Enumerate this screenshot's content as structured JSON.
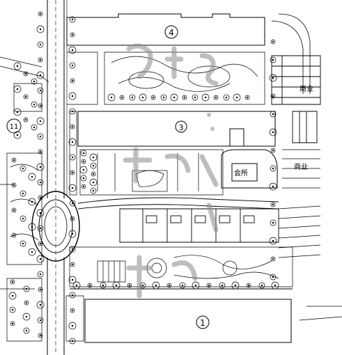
{
  "labels": {
    "block_1": "1",
    "block_3": "3",
    "block_4": "4",
    "block_11": "11",
    "commerce_top": "商业",
    "commerce_right": "商业",
    "club": "会所"
  },
  "colors": {
    "line": "#000000",
    "background": "#ffffff",
    "watermark": "#8a8a8a"
  }
}
